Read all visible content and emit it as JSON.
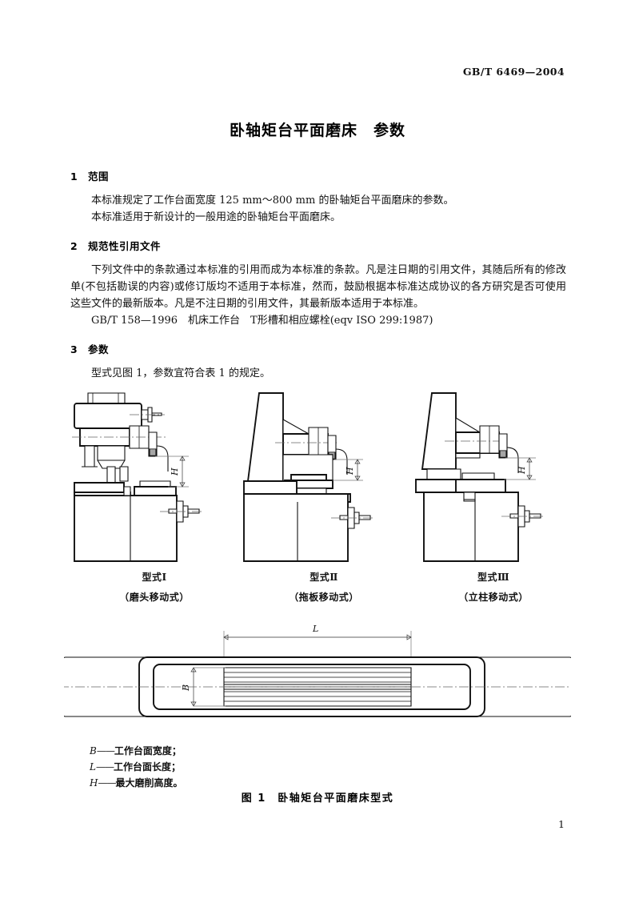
{
  "header": {
    "standard_code": "GB/T 6469—2004"
  },
  "title": "卧轴矩台平面磨床　参数",
  "sections": [
    {
      "number": "1",
      "heading": "范围",
      "paragraphs": [
        "本标准规定了工作台面宽度 125 mm～800 mm 的卧轴矩台平面磨床的参数。",
        "本标准适用于新设计的一般用途的卧轴矩台平面磨床。"
      ]
    },
    {
      "number": "2",
      "heading": "规范性引用文件",
      "paragraphs": [
        "下列文件中的条款通过本标准的引用而成为本标准的条款。凡是注日期的引用文件，其随后所有的修改单(不包括勘误的内容)或修订版均不适用于本标准，然而，鼓励根据本标准达成协议的各方研究是否可使用这些文件的最新版本。凡是不注日期的引用文件，其最新版本适用于本标准。",
        "GB/T 158—1996　机床工作台　T形槽和相应螺栓(eqv ISO 299:1987)"
      ]
    },
    {
      "number": "3",
      "heading": "参数",
      "paragraphs": [
        "型式见图 1，参数宜符合表 1 的规定。"
      ]
    }
  ],
  "figure": {
    "machine_types": [
      {
        "name": "型式Ⅰ",
        "description": "（磨头移动式）"
      },
      {
        "name": "型式Ⅱ",
        "description": "（拖板移动式）"
      },
      {
        "name": "型式Ⅲ",
        "description": "（立柱移动式）"
      }
    ],
    "dimension_labels": {
      "height": "H",
      "length": "L",
      "width": "B"
    },
    "legend": [
      {
        "symbol": "B",
        "dash": "——",
        "text": "工作台面宽度；"
      },
      {
        "symbol": "L",
        "dash": "——",
        "text": "工作台面长度；"
      },
      {
        "symbol": "H",
        "dash": "——",
        "text": "最大磨削高度。"
      }
    ],
    "caption": "图 1　卧轴矩台平面磨床型式"
  },
  "page_number": "1"
}
